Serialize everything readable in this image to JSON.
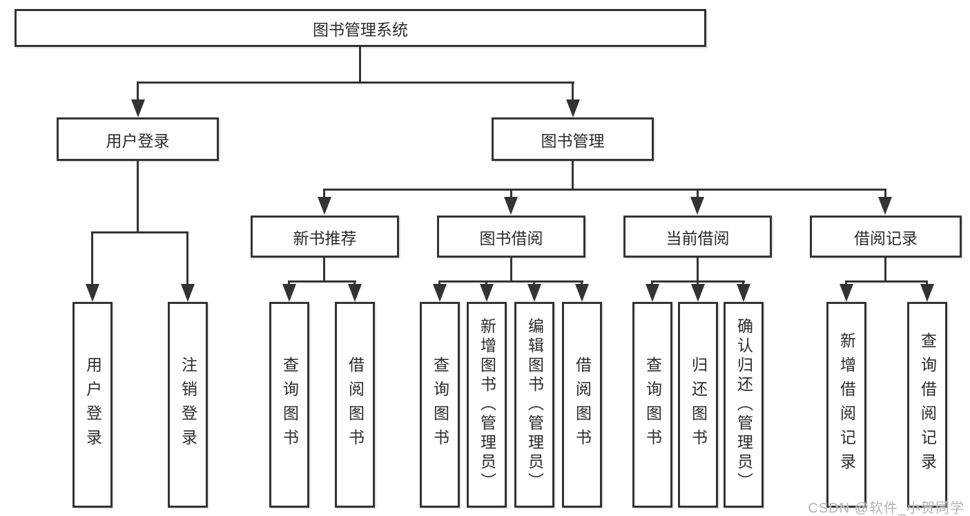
{
  "diagram": {
    "title": "图书管理系统",
    "colors": {
      "line": "#333333",
      "text": "#2b2b2b",
      "box_background": "#ffffff",
      "watermark": "#b3b3b3"
    },
    "nodes": {
      "root": {
        "label": "图书管理系统"
      },
      "level2": [
        {
          "label": "用户登录"
        },
        {
          "label": "图书管理"
        }
      ],
      "level3": [
        {
          "label": "新书推荐",
          "parent": "图书管理"
        },
        {
          "label": "图书借阅",
          "parent": "图书管理"
        },
        {
          "label": "当前借阅",
          "parent": "图书管理"
        },
        {
          "label": "借阅记录",
          "parent": "图书管理"
        }
      ],
      "leaves": [
        {
          "label": "用户登录",
          "parent": "用户登录"
        },
        {
          "label": "注销登录",
          "parent": "用户登录"
        },
        {
          "label": "查询图书",
          "parent": "新书推荐"
        },
        {
          "label": "借阅图书",
          "parent": "新书推荐"
        },
        {
          "label": "查询图书",
          "parent": "图书借阅"
        },
        {
          "label": "新增图书（管理员）",
          "parent": "图书借阅"
        },
        {
          "label": "编辑图书（管理员）",
          "parent": "图书借阅"
        },
        {
          "label": "借阅图书",
          "parent": "图书借阅"
        },
        {
          "label": "查询图书",
          "parent": "当前借阅"
        },
        {
          "label": "归还图书",
          "parent": "当前借阅"
        },
        {
          "label": "确认归还（管理员）",
          "parent": "当前借阅"
        },
        {
          "label": "新增借阅记录",
          "parent": "借阅记录"
        },
        {
          "label": "查询借阅记录",
          "parent": "借阅记录"
        }
      ]
    }
  },
  "watermark": {
    "text": "CSDN @软件_小贺同学"
  }
}
